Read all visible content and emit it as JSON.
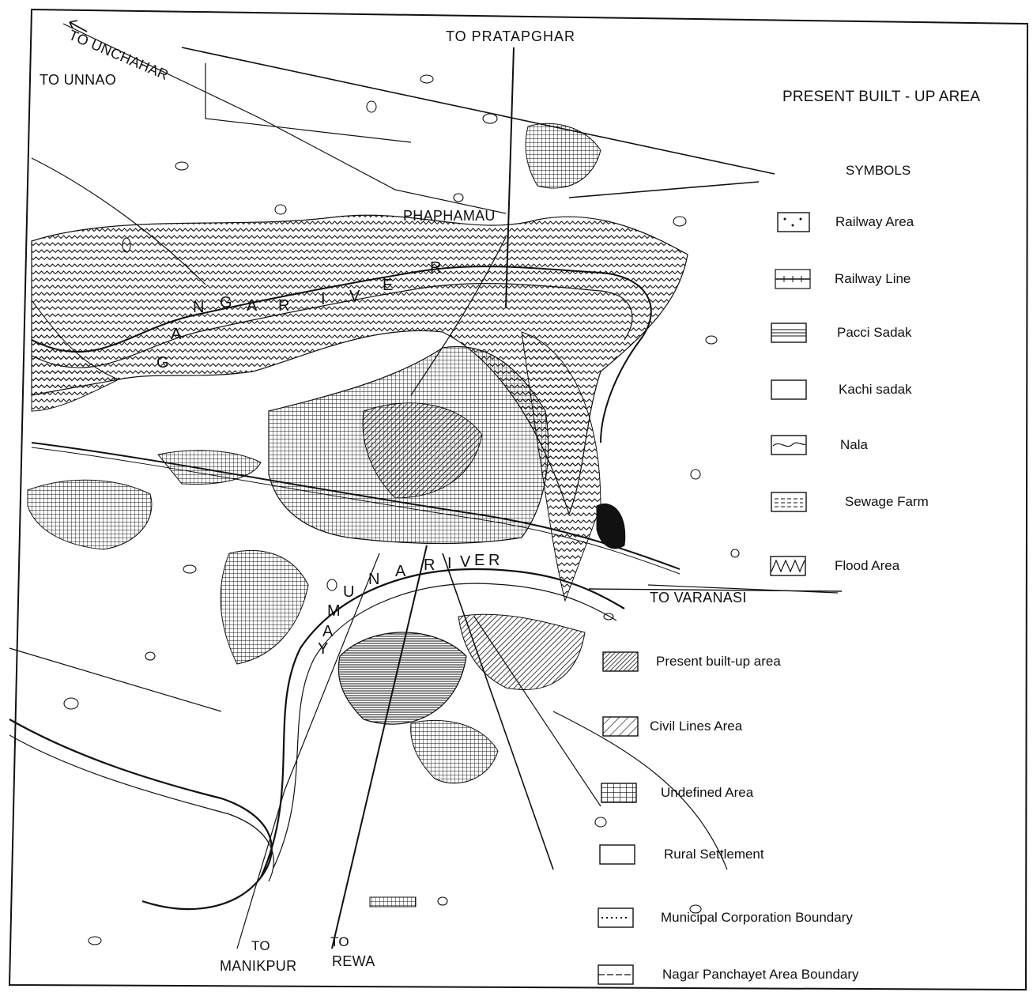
{
  "title": "PRESENT BUILT - UP AREA",
  "symbols_heading": "SYMBOLS",
  "places": {
    "unchahar": "TO UNCHAHAR",
    "unnao": "TO UNNAO",
    "pratapghar": "TO PRATAPGHAR",
    "phaphamau": "PHAPHAMAU",
    "varanasi": "TO VARANASI",
    "manikpur_to": "TO",
    "manikpur": "MANIKPUR",
    "rewa_to": "TO",
    "rewa": "REWA"
  },
  "rivers": {
    "ganga": [
      "G",
      "A",
      "N",
      "G",
      "A",
      "R",
      "I",
      "V",
      "E",
      "R"
    ],
    "yamuna": [
      "Y",
      "A",
      "M",
      "U",
      "N",
      "A",
      "R",
      "I",
      "V",
      "E",
      "R"
    ]
  },
  "legend_upper": [
    {
      "label": "Railway Area",
      "symbol": "dots-box-icon"
    },
    {
      "label": "Railway Line",
      "symbol": "railway-line-icon"
    },
    {
      "label": "Pacci Sadak",
      "symbol": "triple-line-box-icon"
    },
    {
      "label": "Kachi sadak",
      "symbol": "empty-box-icon"
    },
    {
      "label": "Nala",
      "symbol": "wavy-line-box-icon"
    },
    {
      "label": "Sewage Farm",
      "symbol": "dashed-lines-box-icon"
    },
    {
      "label": "Flood Area",
      "symbol": "zigzag-box-icon"
    }
  ],
  "legend_lower": [
    {
      "label": "Present built-up area",
      "symbol": "dense-hatch-box-icon"
    },
    {
      "label": "Civil Lines Area",
      "symbol": "sparse-hatch-box-icon"
    },
    {
      "label": "Undefined Area",
      "symbol": "grid-box-icon"
    },
    {
      "label": "Rural Settlement",
      "symbol": "empty-box-icon"
    },
    {
      "label": "Municipal Corporation Boundary",
      "symbol": "dotted-line-box-icon"
    },
    {
      "label": "Nagar Panchayet Area Boundary",
      "symbol": "dashed-line-box-icon"
    }
  ]
}
